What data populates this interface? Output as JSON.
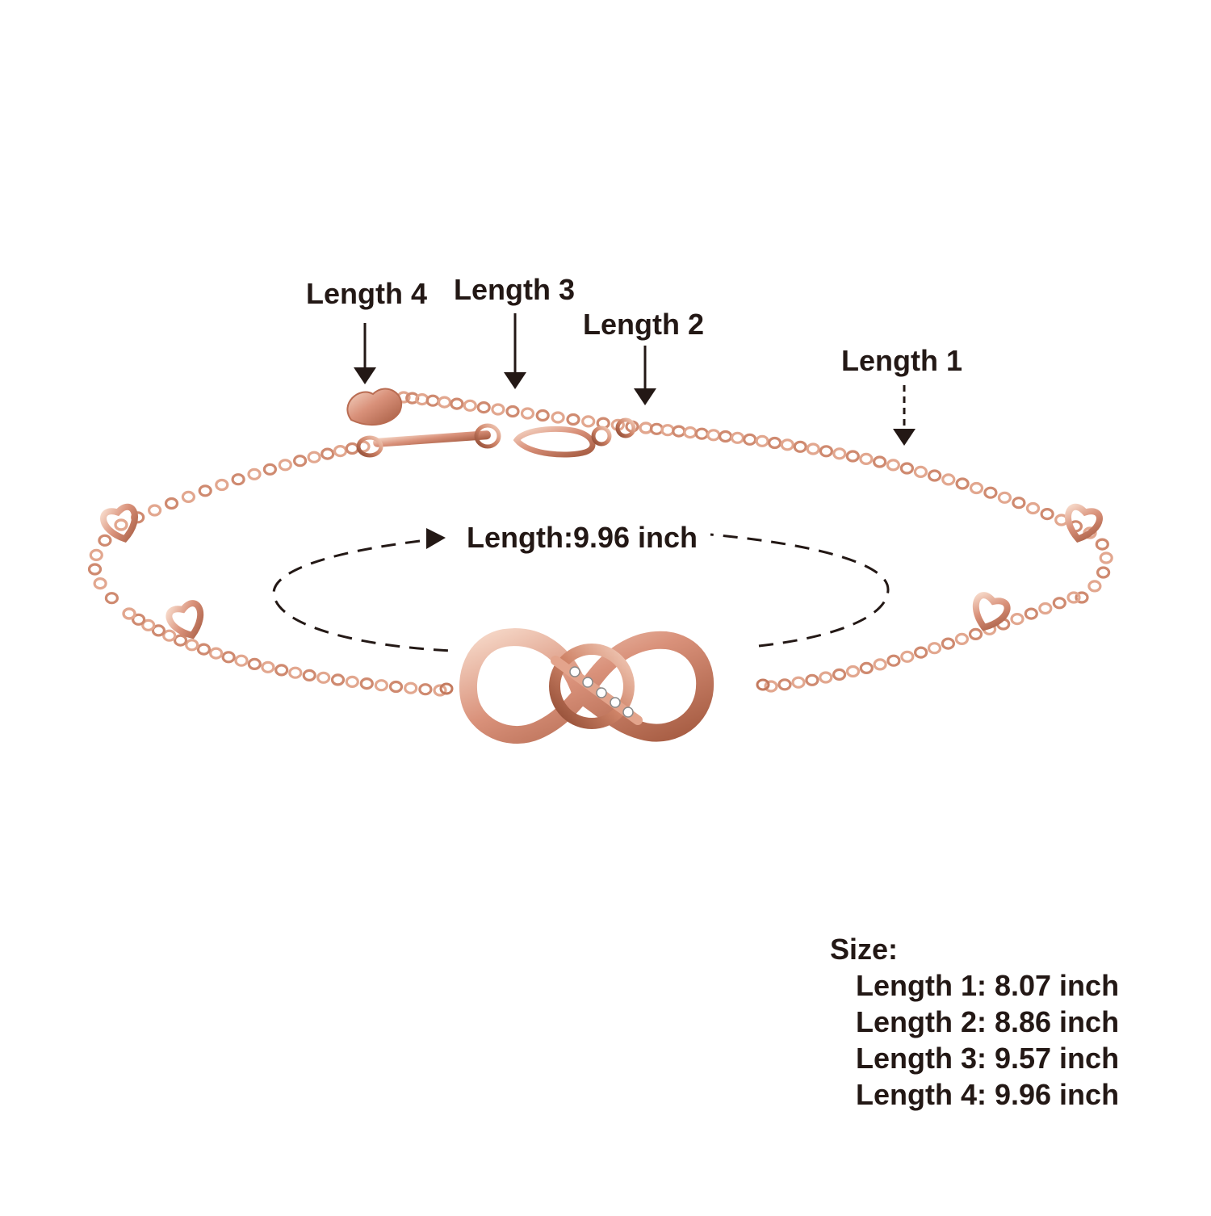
{
  "labels": {
    "length_4": "Length 4",
    "length_3": "Length 3",
    "length_2": "Length 2",
    "length_1": "Length 1",
    "total_length": "Length:9.96 inch"
  },
  "size": {
    "heading": "Size:",
    "rows": [
      "Length 1: 8.07 inch",
      "Length 2: 8.86 inch",
      "Length 3: 9.57 inch",
      "Length 4: 9.96 inch"
    ]
  },
  "colors": {
    "text": "#231815",
    "rose_gold_light": "#f1c7b3",
    "rose_gold": "#d48a6c",
    "rose_gold_dark": "#9a5239"
  },
  "icons": [
    "arrow-down-icon",
    "dashed-arrow-down-icon",
    "dashed-ellipse-arrow-icon",
    "heart-charm-icon",
    "infinity-charm-icon"
  ]
}
